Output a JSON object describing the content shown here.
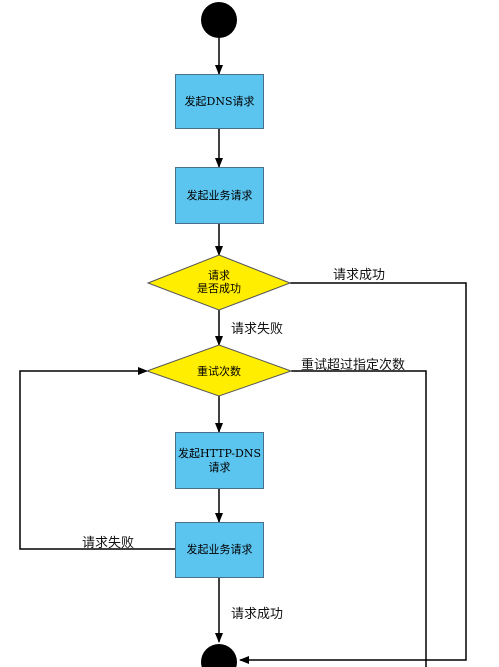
{
  "colors": {
    "process_fill": "#5bc5f0",
    "decision_fill": "#ffee00",
    "node_fill": "#000000",
    "line": "#000000"
  },
  "nodes": {
    "dns_request": "发起DNS请求",
    "business_request_1": "发起业务请求",
    "request_success_decision": {
      "line1": "请求",
      "line2": "是否成功"
    },
    "retry_count_decision": "重试次数",
    "httpdns_request": {
      "line1": "发起HTTP-DNS",
      "line2": "请求"
    },
    "business_request_2": "发起业务请求"
  },
  "edges": {
    "request_success_1": "请求成功",
    "request_failed_1": "请求失败",
    "retry_exceeded": "重试超过指定次数",
    "request_failed_2": "请求失败",
    "request_success_2": "请求成功"
  }
}
